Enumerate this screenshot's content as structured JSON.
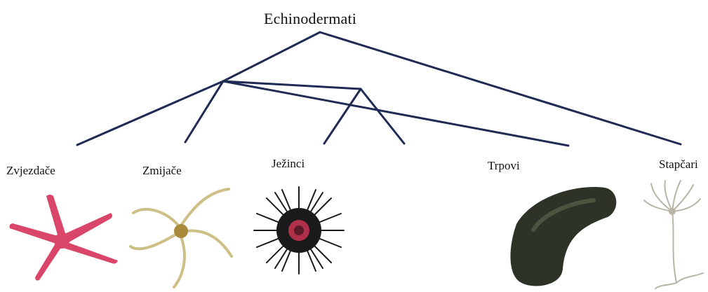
{
  "diagram": {
    "root_label": "Echinodermati",
    "taxa": [
      {
        "label": "Zvjezdače",
        "icon": "starfish-icon"
      },
      {
        "label": "Zmijače",
        "icon": "brittle-star-icon"
      },
      {
        "label": "Ježinci",
        "icon": "sea-urchin-icon"
      },
      {
        "label": "Trpovi",
        "icon": "sea-cucumber-icon"
      },
      {
        "label": "Stapčari",
        "icon": "sea-lily-icon"
      }
    ],
    "colors": {
      "branch": "#1f2a55",
      "starfish": "#d9466a",
      "brittle_star": "#cdbf86",
      "urchin": "#1a1a1a",
      "urchin_center": "#b0304a",
      "cucumber": "#2d3427",
      "crinoid": "#b8b4a6"
    }
  }
}
